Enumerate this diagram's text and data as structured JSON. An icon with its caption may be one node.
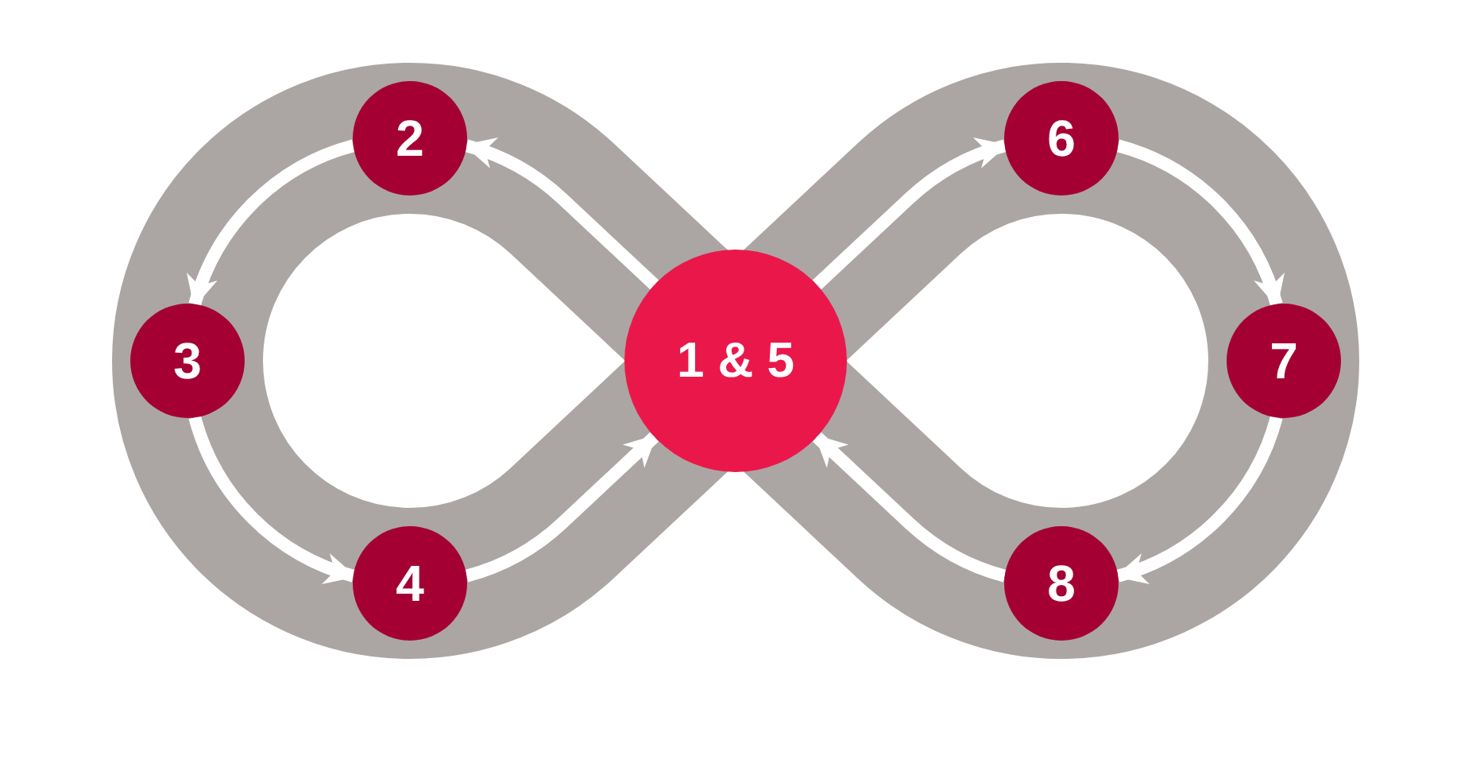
{
  "diagram": {
    "nodes": [
      {
        "text": [
          "1 & 5"
        ]
      },
      {
        "text": [
          "2"
        ]
      },
      {
        "text": [
          "3"
        ]
      },
      {
        "text": [
          "4"
        ]
      },
      {
        "text": [
          "6"
        ]
      },
      {
        "text": [
          "7"
        ]
      },
      {
        "text": [
          "8"
        ]
      }
    ],
    "edges": [
      {
        "from": 0,
        "to": 1,
        "arrow": "to"
      },
      {
        "from": 1,
        "to": 2,
        "arrow": "to"
      },
      {
        "from": 2,
        "to": 3,
        "arrow": "to"
      },
      {
        "from": 3,
        "to": 0,
        "arrow": "to"
      },
      {
        "from": 0,
        "to": 4,
        "arrow": "to"
      },
      {
        "from": 4,
        "to": 5,
        "arrow": "to"
      },
      {
        "from": 5,
        "to": 6,
        "arrow": "to"
      },
      {
        "from": 6,
        "to": 0,
        "arrow": "to"
      }
    ]
  }
}
